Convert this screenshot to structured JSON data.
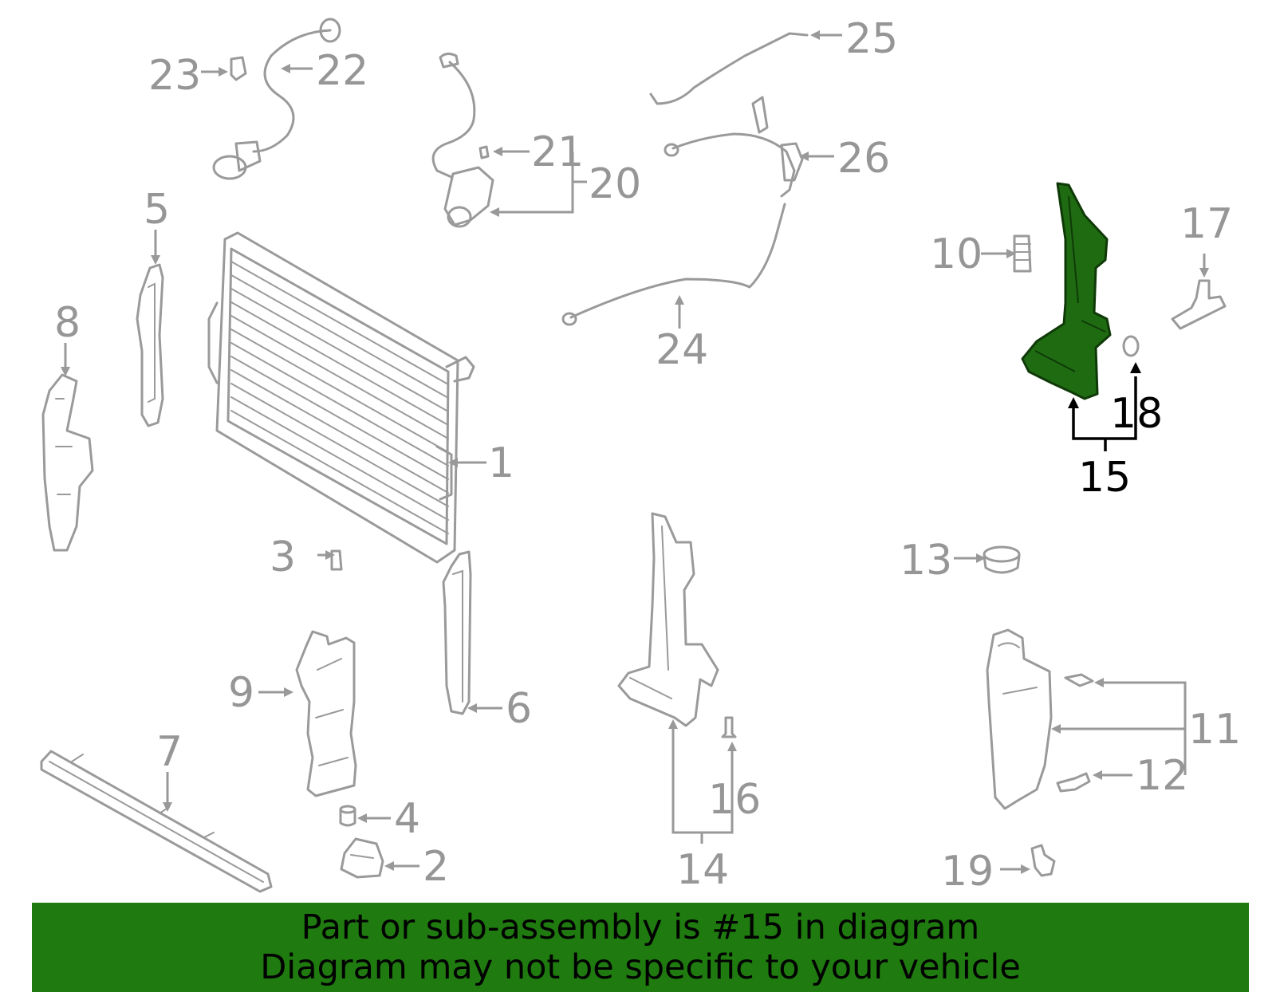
{
  "banner": {
    "line1": "Part or sub-assembly is #15 in diagram",
    "line2": "Diagram may not be specific to your vehicle",
    "color": "#1f7a0f"
  },
  "highlight": {
    "part_number": "15",
    "color": "#1f6b12"
  },
  "callouts": {
    "c1": "1",
    "c2": "2",
    "c3": "3",
    "c4": "4",
    "c5": "5",
    "c6": "6",
    "c7": "7",
    "c8": "8",
    "c9": "9",
    "c10": "10",
    "c11": "11",
    "c12": "12",
    "c13": "13",
    "c14": "14",
    "c15": "15",
    "c16": "16",
    "c17": "17",
    "c18": "18",
    "c19": "19",
    "c20": "20",
    "c21": "21",
    "c22": "22",
    "c23": "23",
    "c24": "24",
    "c25": "25",
    "c26": "26"
  }
}
